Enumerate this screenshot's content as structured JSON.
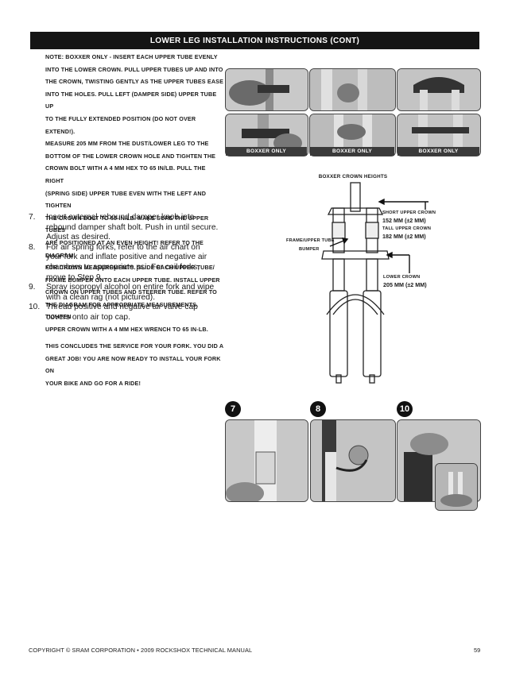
{
  "header": {
    "title": "LOWER LEG INSTALLATION INSTRUCTIONS (CONT)"
  },
  "note": {
    "lines": [
      "NOTE:  BOXXER ONLY - INSERT EACH UPPER TUBE EVENLY",
      "INTO THE LOWER CROWN.  PULL UPPER TUBES UP AND INTO",
      "THE CROWN, TWISTING GENTLY AS THE UPPER TUBES EASE",
      "INTO THE HOLES.  PULL LEFT (DAMPER SIDE) UPPER TUBE UP",
      "TO THE FULLY EXTENDED POSITION (DO NOT OVER EXTEND!).",
      "MEASURE 205 MM FROM THE DUST/LOWER LEG TO THE",
      "BOTTOM OF THE LOWER CROWN HOLE AND TIGHTEN THE",
      "CROWN BOLT WITH A 4 MM HEX TO 65 IN/LB.  PULL THE RIGHT",
      "(SPRING SIDE) UPPER TUBE EVEN WITH THE LEFT AND TIGHTEN",
      "THE CROWN BOLT TO 65 IN/LB.  MAKE SURE THE UPPER TUBES",
      "ARE POSITIONED AT AN EVEN HEIGHT!  REFER TO THE DIAGRAM",
      "FOR CROWN MEASUREMENTS.  SLIDE EACH UPPER TUBE/",
      "FRAME BUMPER ONTO EACH UPPER TUBE.  INSTALL UPPER",
      "CROWN ON UPPER TUBES AND STEERER TUBE.  REFER TO",
      "THE DIAGRAM FOR APPROPRIATE MEASUREMENTS.  TIGHTEN",
      "UPPER CROWN WITH A 4 MM HEX WRENCH TO 65 IN-LB."
    ]
  },
  "steps": [
    {
      "num": "7.",
      "lines": [
        "Insert external rebound damper knob into",
        "rebound damper shaft bolt.  Push in until secure.",
        "Adjust as desired."
      ]
    },
    {
      "num": "8.",
      "lines": [
        "For air spring forks, refer to the air chart on",
        "your fork and inflate positive and negative air",
        "chambers to appropriate psi.  For coil forks,",
        "move to Step 9."
      ]
    },
    {
      "num": "9.",
      "lines": [
        "Spray isopropyl alcohol on entire fork and wipe",
        "with a clean rag (not pictured)."
      ]
    },
    {
      "num": "10.",
      "lines": [
        "Thread positive and negative air valve cap",
        "covers onto air top cap."
      ]
    }
  ],
  "conclusion": {
    "lines": [
      "THIS CONCLUDES THE SERVICE FOR YOUR FORK.  YOU DID A",
      "GREAT JOB!  YOU ARE NOW READY TO INSTALL YOUR FORK ON",
      "YOUR BIKE AND GO FOR A RIDE!"
    ]
  },
  "photo_captions": [
    "BOXXER ONLY",
    "BOXXER ONLY",
    "BOXXER ONLY"
  ],
  "diagram": {
    "title": "BOXXER CROWN HEIGHTS",
    "short_label": "SHORT UPPER CROWN",
    "short_value": "152 MM (±2 MM)",
    "tall_label": "TALL UPPER CROWN",
    "tall_value": "182 MM (±2 MM)",
    "lower_label": "LOWER CROWN",
    "lower_value": "205 MM (±2 MM)",
    "bumper_label_1": "FRAME/UPPER TUBE",
    "bumper_label_2": "BUMPER"
  },
  "step_badges": [
    "7",
    "8",
    "10"
  ],
  "footer": {
    "copyright": "COPYRIGHT © SRAM CORPORATION • 2009 ROCKSHOX TECHNICAL MANUAL",
    "page_number": "59"
  }
}
